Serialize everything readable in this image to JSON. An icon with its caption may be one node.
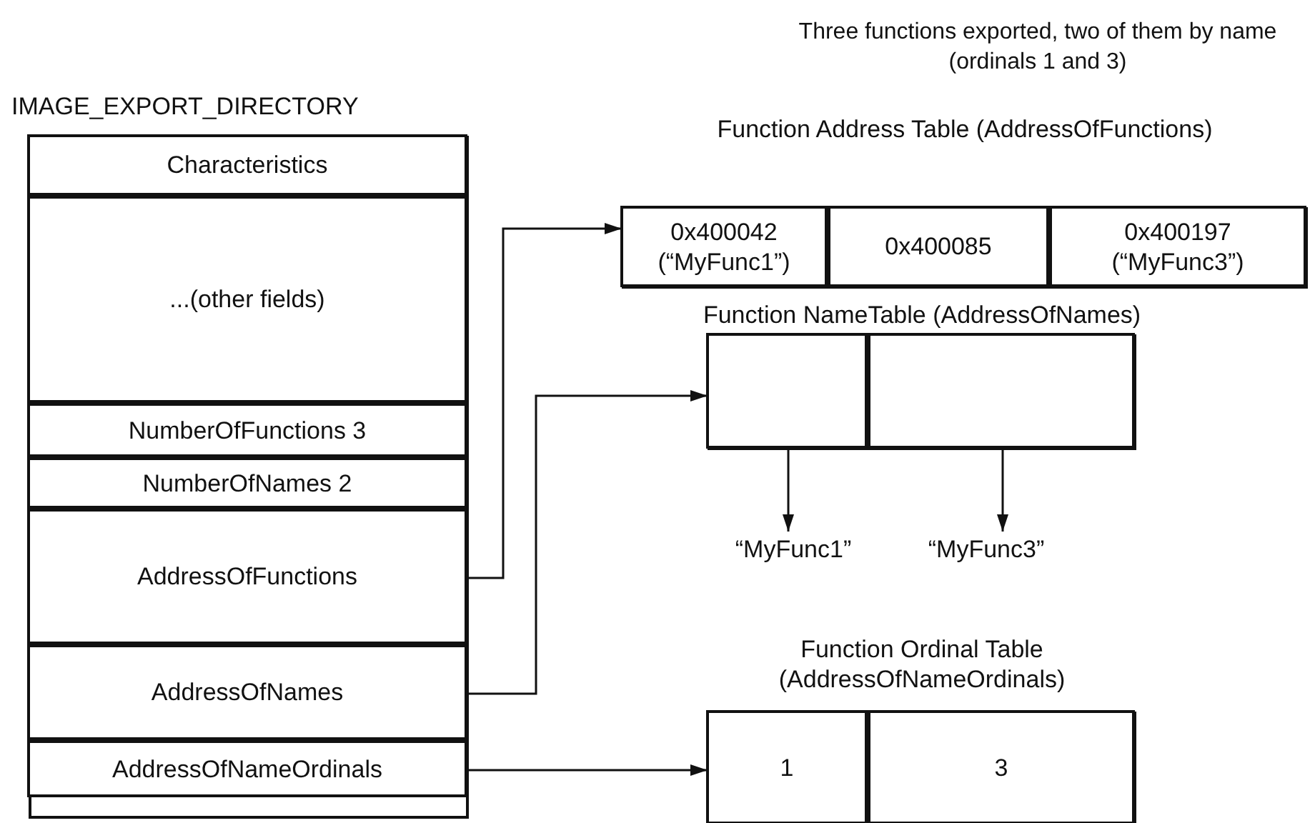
{
  "diagram": {
    "title": "Three functions exported, two of them by name (ordinals 1 and 3)",
    "nodes": [
      {
        "text": [
          "IMAGE_EXPORT_DIRECTORY"
        ]
      },
      {
        "text": [
          "Characteristics"
        ],
        "in": 0
      },
      {
        "text": [
          "...(other fields)"
        ],
        "in": 0
      },
      {
        "text": [
          "NumberOfFunctions 3"
        ],
        "in": 0
      },
      {
        "text": [
          "NumberOfNames 2"
        ],
        "in": 0
      },
      {
        "text": [
          "AddressOfFunctions"
        ],
        "in": 0
      },
      {
        "text": [
          "AddressOfNames"
        ],
        "in": 0
      },
      {
        "text": [
          "AddressOfNameOrdinals"
        ],
        "in": 0
      },
      {
        "text": [
          "Function Address Table (AddressOfFunctions)"
        ]
      },
      {
        "text": [
          "0x400042 (“MyFunc1”)"
        ],
        "in": 8
      },
      {
        "text": [
          "0x400085"
        ],
        "in": 8
      },
      {
        "text": [
          "0x400197 (“MyFunc3”)"
        ],
        "in": 8
      },
      {
        "text": [
          "Function NameTable (AddressOfNames)"
        ]
      },
      {
        "text": [],
        "shape": "box",
        "in": 12
      },
      {
        "text": [],
        "shape": "box",
        "in": 12
      },
      {
        "text": [
          "“MyFunc1”"
        ]
      },
      {
        "text": [
          "“MyFunc3”"
        ]
      },
      {
        "text": [
          "Function Ordinal Table (AddressOfNameOrdinals)"
        ]
      },
      {
        "text": [
          "1"
        ],
        "in": 17
      },
      {
        "text": [
          "3"
        ],
        "in": 17
      }
    ],
    "edges": [
      {
        "from": 5,
        "to": 8,
        "arrow": "to"
      },
      {
        "from": 6,
        "to": 12,
        "arrow": "to"
      },
      {
        "from": 7,
        "to": 17,
        "arrow": "to"
      },
      {
        "from": 13,
        "to": 15,
        "arrow": "to"
      },
      {
        "from": 14,
        "to": 16,
        "arrow": "to"
      }
    ]
  }
}
